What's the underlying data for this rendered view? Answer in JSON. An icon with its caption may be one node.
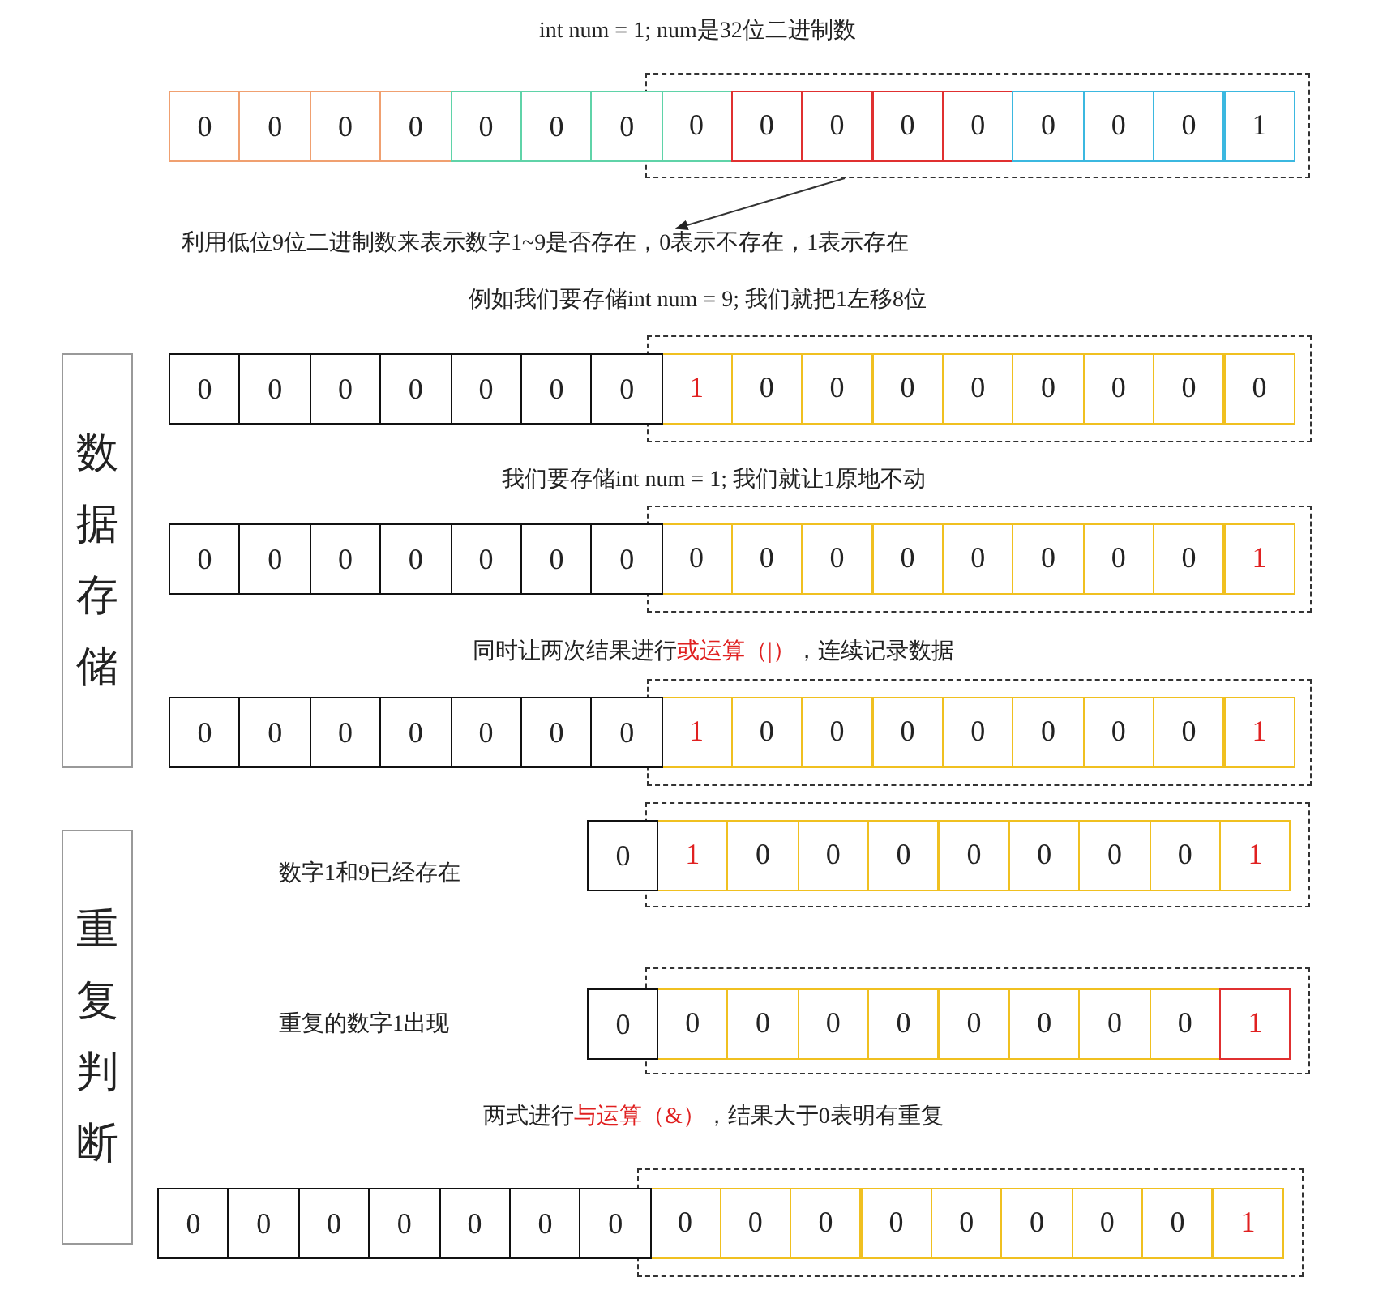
{
  "diagram": {
    "nodes": [
      {
        "text": [
          "0"
        ]
      },
      {
        "text": [
          "0"
        ]
      },
      {
        "text": [
          "0"
        ]
      },
      {
        "text": [
          "0"
        ]
      },
      {
        "text": [
          "0"
        ]
      },
      {
        "text": [
          "0"
        ]
      },
      {
        "text": [
          "0"
        ]
      },
      {
        "text": [],
        "shape": "box"
      },
      {
        "text": [
          "0"
        ],
        "in": 7
      },
      {
        "text": [
          "0"
        ],
        "in": 7
      },
      {
        "text": [
          "0"
        ],
        "in": 7
      },
      {
        "text": [
          "0"
        ],
        "in": 7
      },
      {
        "text": [
          "0"
        ],
        "in": 7
      },
      {
        "text": [
          "0"
        ],
        "in": 7
      },
      {
        "text": [
          "0"
        ],
        "in": 7
      },
      {
        "text": [
          "0"
        ],
        "in": 7
      },
      {
        "text": [
          "1"
        ],
        "in": 7
      },
      {
        "text": [
          "利用低位9位二进制数来表示数字1~9是否存在，0表示不存在，1表示存在"
        ]
      },
      {
        "text": [
          "数据存储"
        ]
      },
      {
        "text": [
          "0"
        ]
      },
      {
        "text": [
          "0"
        ]
      },
      {
        "text": [
          "0"
        ]
      },
      {
        "text": [
          "0"
        ]
      },
      {
        "text": [
          "0"
        ]
      },
      {
        "text": [
          "0"
        ]
      },
      {
        "text": [
          "0"
        ]
      },
      {
        "text": [],
        "shape": "box"
      },
      {
        "text": [
          "1"
        ],
        "in": 26
      },
      {
        "text": [
          "0"
        ],
        "in": 26
      },
      {
        "text": [
          "0"
        ],
        "in": 26
      },
      {
        "text": [
          "0"
        ],
        "in": 26
      },
      {
        "text": [
          "0"
        ],
        "in": 26
      },
      {
        "text": [
          "0"
        ],
        "in": 26
      },
      {
        "text": [
          "0"
        ],
        "in": 26
      },
      {
        "text": [
          "0"
        ],
        "in": 26
      },
      {
        "text": [
          "0"
        ],
        "in": 26
      },
      {
        "text": [
          "0"
        ]
      },
      {
        "text": [
          "0"
        ]
      },
      {
        "text": [
          "0"
        ]
      },
      {
        "text": [
          "0"
        ]
      },
      {
        "text": [
          "0"
        ]
      },
      {
        "text": [
          "0"
        ]
      },
      {
        "text": [
          "0"
        ]
      },
      {
        "text": [],
        "shape": "box"
      },
      {
        "text": [
          "0"
        ],
        "in": 43
      },
      {
        "text": [
          "0"
        ],
        "in": 43
      },
      {
        "text": [
          "0"
        ],
        "in": 43
      },
      {
        "text": [
          "0"
        ],
        "in": 43
      },
      {
        "text": [
          "0"
        ],
        "in": 43
      },
      {
        "text": [
          "0"
        ],
        "in": 43
      },
      {
        "text": [
          "0"
        ],
        "in": 43
      },
      {
        "text": [
          "0"
        ],
        "in": 43
      },
      {
        "text": [
          "1"
        ],
        "in": 43
      },
      {
        "text": [
          "0"
        ]
      },
      {
        "text": [
          "0"
        ]
      },
      {
        "text": [
          "0"
        ]
      },
      {
        "text": [
          "0"
        ]
      },
      {
        "text": [
          "0"
        ]
      },
      {
        "text": [
          "0"
        ]
      },
      {
        "text": [
          "0"
        ]
      },
      {
        "text": [],
        "shape": "box"
      },
      {
        "text": [
          "1"
        ],
        "in": 60
      },
      {
        "text": [
          "0"
        ],
        "in": 60
      },
      {
        "text": [
          "0"
        ],
        "in": 60
      },
      {
        "text": [
          "0"
        ],
        "in": 60
      },
      {
        "text": [
          "0"
        ],
        "in": 60
      },
      {
        "text": [
          "0"
        ],
        "in": 60
      },
      {
        "text": [
          "0"
        ],
        "in": 60
      },
      {
        "text": [
          "0"
        ],
        "in": 60
      },
      {
        "text": [
          "1"
        ],
        "in": 60
      },
      {
        "text": [
          "重复判断"
        ]
      },
      {
        "text": [
          "0"
        ]
      },
      {
        "text": [],
        "shape": "box"
      },
      {
        "text": [
          "1"
        ],
        "in": 72
      },
      {
        "text": [
          "0"
        ],
        "in": 72
      },
      {
        "text": [
          "0"
        ],
        "in": 72
      },
      {
        "text": [
          "0"
        ],
        "in": 72
      },
      {
        "text": [
          "0"
        ],
        "in": 72
      },
      {
        "text": [
          "0"
        ],
        "in": 72
      },
      {
        "text": [
          "0"
        ],
        "in": 72
      },
      {
        "text": [
          "0"
        ],
        "in": 72
      },
      {
        "text": [
          "1"
        ],
        "in": 72
      },
      {
        "text": [
          "0"
        ]
      },
      {
        "text": [],
        "shape": "box"
      },
      {
        "text": [
          "0"
        ],
        "in": 83
      },
      {
        "text": [
          "0"
        ],
        "in": 83
      },
      {
        "text": [
          "0"
        ],
        "in": 83
      },
      {
        "text": [
          "0"
        ],
        "in": 83
      },
      {
        "text": [
          "0"
        ],
        "in": 83
      },
      {
        "text": [
          "0"
        ],
        "in": 83
      },
      {
        "text": [
          "0"
        ],
        "in": 83
      },
      {
        "text": [
          "0"
        ],
        "in": 83
      },
      {
        "text": [
          "1"
        ],
        "in": 83
      },
      {
        "text": [
          "0"
        ]
      },
      {
        "text": [
          "0"
        ]
      },
      {
        "text": [
          "0"
        ]
      },
      {
        "text": [
          "0"
        ]
      },
      {
        "text": [
          "0"
        ]
      },
      {
        "text": [
          "0"
        ]
      },
      {
        "text": [
          "0"
        ]
      },
      {
        "text": [],
        "shape": "box"
      },
      {
        "text": [
          "0"
        ],
        "in": 100
      },
      {
        "text": [
          "0"
        ],
        "in": 100
      },
      {
        "text": [
          "0"
        ],
        "in": 100
      },
      {
        "text": [
          "0"
        ],
        "in": 100
      },
      {
        "text": [
          "0"
        ],
        "in": 100
      },
      {
        "text": [
          "0"
        ],
        "in": 100
      },
      {
        "text": [
          "0"
        ],
        "in": 100
      },
      {
        "text": [
          "0"
        ],
        "in": 100
      },
      {
        "text": [
          "1"
        ],
        "in": 100
      }
    ],
    "edges": [
      {
        "from": 7,
        "to": 17,
        "arrow": "to"
      }
    ],
    "labels": [
      "int num = 1; num是32位二进制数",
      "例如我们要存储int num = 9; 我们就把1左移8位",
      "我们要存储int num = 1; 我们就让1原地不动",
      "同时让两次结果进行**或运算（|）**，连续记录数据",
      "数字1和9已经存在",
      "重复的数字1出现",
      "两式进行**与运算（&）**，结果大于0表明有重复"
    ]
  }
}
